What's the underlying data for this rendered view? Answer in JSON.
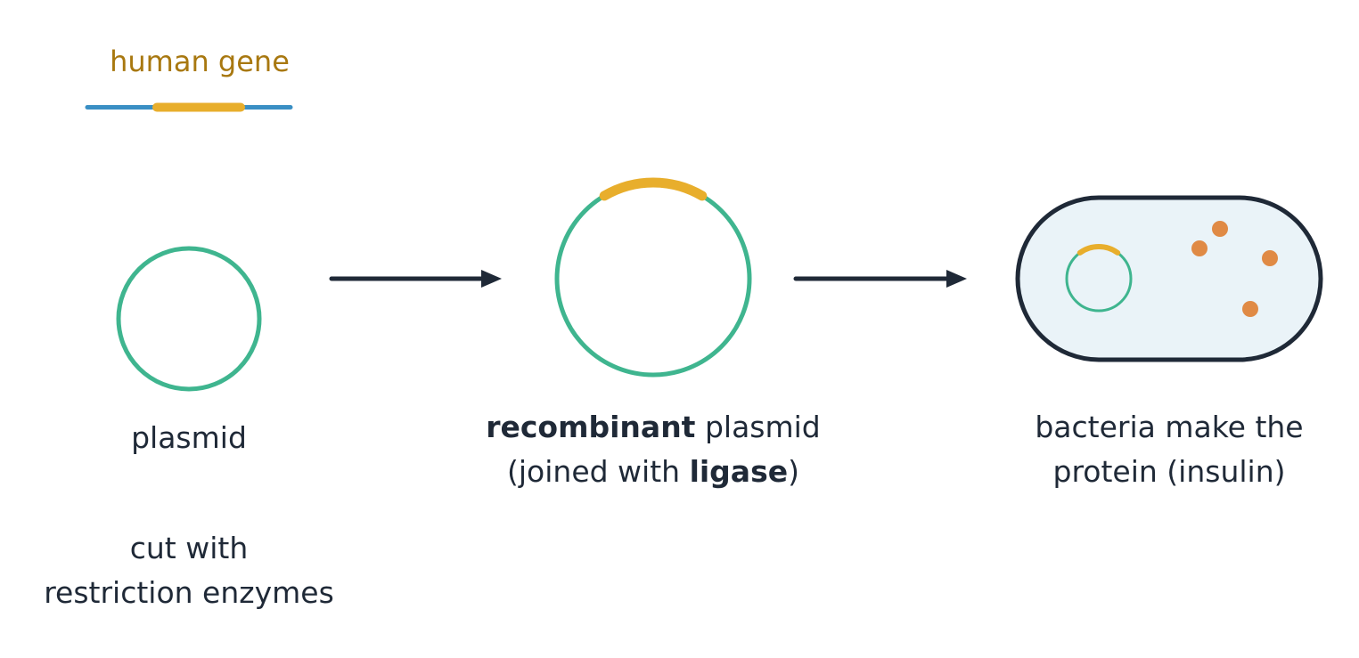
{
  "labels": {
    "human_gene": "human gene",
    "plasmid": "plasmid",
    "cut_line1": "cut with",
    "cut_line2": "restriction enzymes",
    "recombinant_bold": "recombinant",
    "recombinant_rest": " plasmid",
    "joined_open": "(joined with ",
    "joined_bold": "ligase",
    "joined_close": ")",
    "bacteria_line1": "bacteria make the",
    "bacteria_line2": "protein (insulin)"
  },
  "colors": {
    "dna_strand": "#3a8fc4",
    "gene": "#e8ae2c",
    "gene_label": "#a87810",
    "plasmid": "#3fb58f",
    "arrow": "#1f2937",
    "cell_fill": "#eaf3f8",
    "cell_stroke": "#1f2937",
    "protein": "#e08a45",
    "text": "#1f2937"
  }
}
